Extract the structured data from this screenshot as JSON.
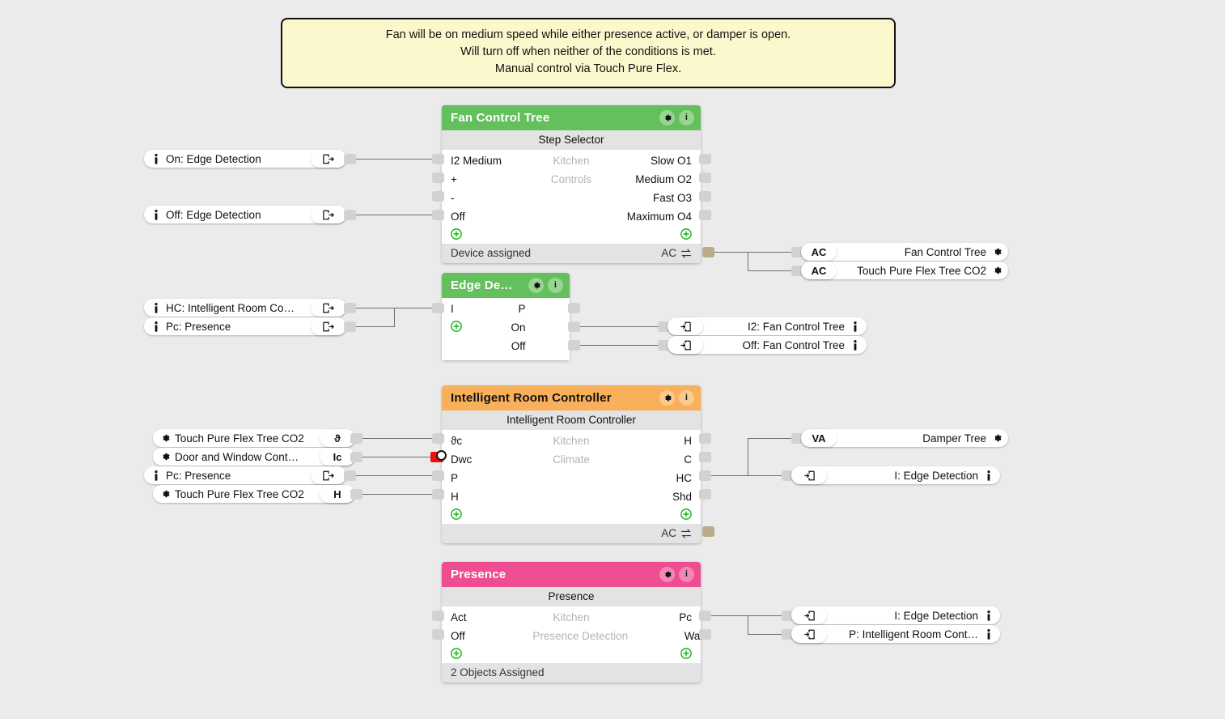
{
  "note": {
    "lines": [
      "Fan will be on medium speed while either presence active, or damper is open.",
      "Will turn off when neither of the conditions is met.",
      "Manual control via Touch Pure Flex."
    ]
  },
  "colors": {
    "canvas": "#ebebeb",
    "note_bg": "#fbf8cd",
    "green_header": "#64c05c",
    "orange_header": "#f8b05a",
    "pink_header": "#ee4d92",
    "port": "#d2d2ce",
    "port_device": "#b9aa8a",
    "port_alarm": "#f60a0a",
    "wire": "#6f6f6f"
  },
  "nodes": {
    "fan_control_tree": {
      "title": "Fan Control Tree",
      "subtitle": "Step Selector",
      "center_lines": [
        "Kitchen",
        "Controls"
      ],
      "inputs": [
        "I2 Medium",
        "+",
        "-",
        "Off"
      ],
      "outputs": [
        "Slow O1",
        "Medium O2",
        "Fast O3",
        "Maximum O4"
      ],
      "footer_left": "Device assigned",
      "footer_right": "AC",
      "gear_icon": "gear-icon",
      "info_icon": "info-icon"
    },
    "edge_detection": {
      "title": "Edge De…",
      "inputs": [
        "I"
      ],
      "outputs": [
        "P",
        "On",
        "Off"
      ],
      "gear_icon": "gear-icon",
      "info_icon": "info-icon"
    },
    "intelligent_room_controller": {
      "title": "Intelligent Room Controller",
      "subtitle": "Intelligent Room Controller",
      "center_lines": [
        "Kitchen",
        "Climate"
      ],
      "inputs": [
        "ϑc",
        "Dwc",
        "P",
        "H"
      ],
      "outputs": [
        "H",
        "C",
        "HC",
        "Shd"
      ],
      "footer_right": "AC",
      "gear_icon": "gear-icon",
      "info_icon": "info-icon"
    },
    "presence": {
      "title": "Presence",
      "subtitle": "Presence",
      "center_lines": [
        "Kitchen",
        "Presence Detection"
      ],
      "inputs": [
        "Act",
        "Off"
      ],
      "outputs": [
        "Pc",
        "Warn"
      ],
      "footer_left": "2 Objects Assigned",
      "gear_icon": "gear-icon",
      "info_icon": "info-icon"
    }
  },
  "left_pills": [
    {
      "label": "On: Edge Detection",
      "lead_icon": "info-icon",
      "chip": "",
      "chip_icon": "export-icon"
    },
    {
      "label": "Off: Edge Detection",
      "lead_icon": "info-icon",
      "chip": "",
      "chip_icon": "export-icon"
    },
    {
      "label": "HC: Intelligent Room Co…",
      "lead_icon": "info-icon",
      "chip": "",
      "chip_icon": "export-icon"
    },
    {
      "label": "Pc: Presence",
      "lead_icon": "info-icon",
      "chip": "",
      "chip_icon": "export-icon"
    },
    {
      "label": "Touch Pure Flex Tree CO2",
      "lead_icon": "gear-icon",
      "chip": "ϑ",
      "chip_icon": ""
    },
    {
      "label": "Door and Window Cont…",
      "lead_icon": "gear-icon",
      "chip": "Ic",
      "chip_icon": ""
    },
    {
      "label": "Pc: Presence",
      "lead_icon": "info-icon",
      "chip": "",
      "chip_icon": "export-icon"
    },
    {
      "label": "Touch Pure Flex Tree CO2",
      "lead_icon": "gear-icon",
      "chip": "H",
      "chip_icon": ""
    }
  ],
  "right_pills": [
    {
      "label": "Fan Control Tree",
      "chip": "AC",
      "chip_icon": "",
      "tail_icon": "gear-icon"
    },
    {
      "label": "Touch Pure Flex Tree CO2",
      "chip": "AC",
      "chip_icon": "",
      "tail_icon": "gear-icon"
    },
    {
      "label": "I2: Fan Control Tree",
      "chip": "",
      "chip_icon": "import-icon",
      "tail_icon": "info-icon"
    },
    {
      "label": "Off: Fan Control Tree",
      "chip": "",
      "chip_icon": "import-icon",
      "tail_icon": "info-icon"
    },
    {
      "label": "Damper Tree",
      "chip": "VA",
      "chip_icon": "",
      "tail_icon": "gear-icon"
    },
    {
      "label": "I: Edge Detection",
      "chip": "",
      "chip_icon": "import-icon",
      "tail_icon": "info-icon"
    },
    {
      "label": "I: Edge Detection",
      "chip": "",
      "chip_icon": "import-icon",
      "tail_icon": "info-icon"
    },
    {
      "label": "P: Intelligent Room Cont…",
      "chip": "",
      "chip_icon": "import-icon",
      "tail_icon": "info-icon"
    }
  ]
}
